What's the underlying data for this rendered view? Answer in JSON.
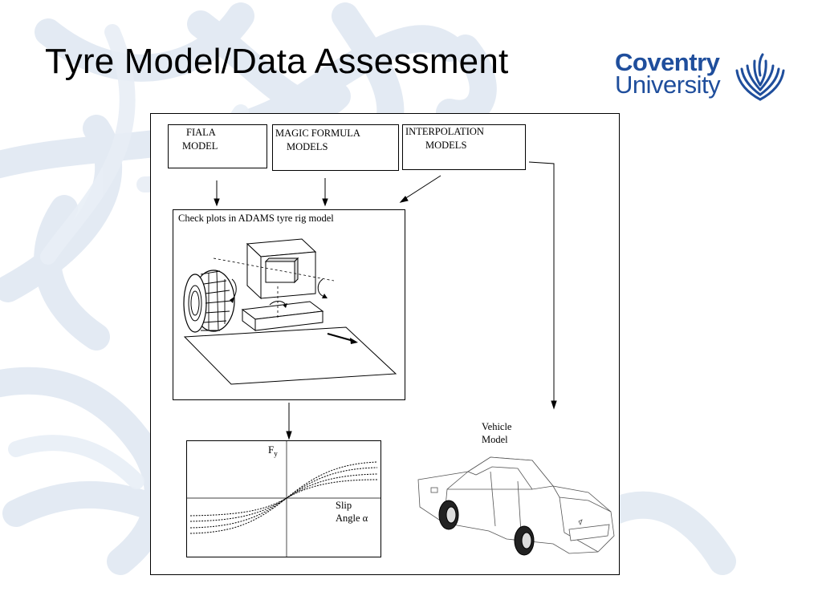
{
  "slide": {
    "title": "Tyre Model/Data Assessment"
  },
  "logo": {
    "line1": "Coventry",
    "line2": "University"
  },
  "diagram": {
    "boxes": [
      {
        "id": "fiala",
        "lines": [
          "FIALA",
          "MODEL"
        ]
      },
      {
        "id": "magic",
        "lines": [
          "MAGIC FORMULA",
          "MODELS"
        ]
      },
      {
        "id": "interp",
        "lines": [
          "INTERPOLATION",
          "MODELS"
        ]
      }
    ],
    "rig_label": "Check plots in  ADAMS tyre rig model",
    "vehicle_label": [
      "Vehicle",
      "Model"
    ],
    "plot": {
      "y_label": "F",
      "y_sub": "y",
      "x_label_line1": "Slip",
      "x_label_line2": "Angle α"
    }
  }
}
